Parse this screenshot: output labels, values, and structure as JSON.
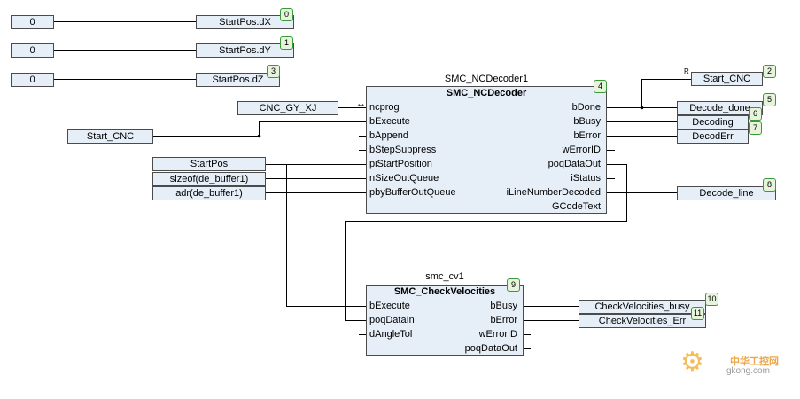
{
  "row_inputs": [
    {
      "const": "0",
      "target": "StartPos.dX",
      "num": "0"
    },
    {
      "const": "0",
      "target": "StartPos.dY",
      "num": "1"
    },
    {
      "const": "0",
      "target": "StartPos.dZ",
      "num": "3"
    }
  ],
  "decoder": {
    "instance": "SMC_NCDecoder1",
    "type": "SMC_NCDecoder",
    "num": "4",
    "inputs": [
      "ncprog",
      "bExecute",
      "bAppend",
      "bStepSuppress",
      "piStartPosition",
      "nSizeOutQueue",
      "pbyBufferOutQueue"
    ],
    "outputs": [
      "bDone",
      "bBusy",
      "bError",
      "wErrorID",
      "poqDataOut",
      "iStatus",
      "iLineNumberDecoded",
      "GCodeText"
    ],
    "ref_arrow": "↔"
  },
  "decoder_in_vars": {
    "ncprog": "CNC_GY_XJ",
    "start_cnc": "Start_CNC",
    "startpos": "StartPos",
    "sizeof": "sizeof(de_buffer1)",
    "adr": "adr(de_buffer1)"
  },
  "decoder_out_vars": [
    {
      "label": "Start_CNC",
      "num": "2",
      "reset_mark": "R"
    },
    {
      "label": "Decode_done",
      "num": "5"
    },
    {
      "label": "Decoding",
      "num": "6"
    },
    {
      "label": "DecodErr",
      "num": "7"
    },
    {
      "label": "Decode_line",
      "num": "8"
    }
  ],
  "checker": {
    "instance": "smc_cv1",
    "type": "SMC_CheckVelocities",
    "num": "9",
    "inputs": [
      "bExecute",
      "poqDataIn",
      "dAngleTol"
    ],
    "outputs": [
      "bBusy",
      "bError",
      "wErrorID",
      "poqDataOut"
    ]
  },
  "checker_out_vars": [
    {
      "label": "CheckVelocities_busy",
      "num": "10"
    },
    {
      "label": "CheckVelocities_Err",
      "num": "11"
    }
  ],
  "watermark": {
    "title": "中华工控网",
    "url": "gkong.com",
    "icon": "gear-icon"
  }
}
